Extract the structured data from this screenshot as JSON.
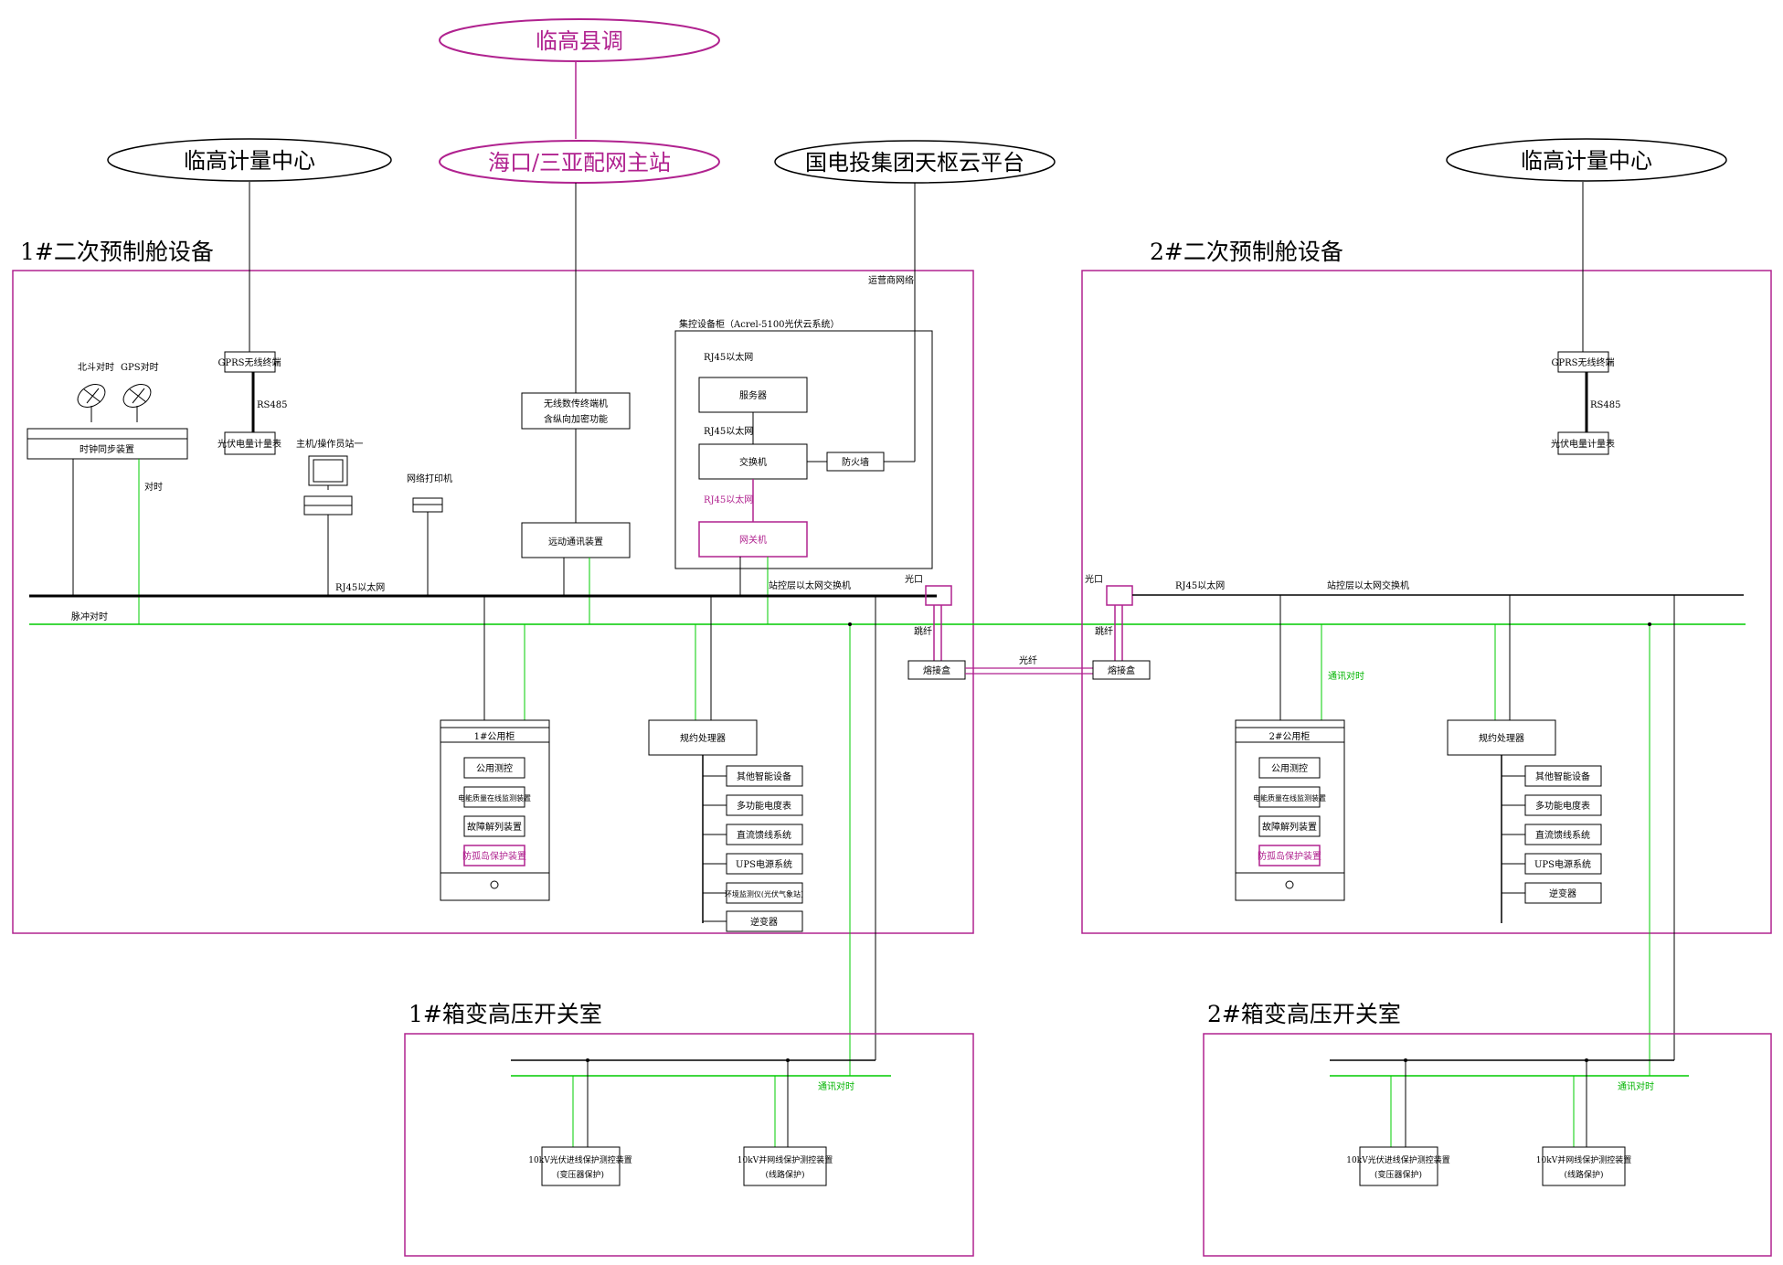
{
  "colors": {
    "magenta": "#b0228f",
    "green": "#00cc00",
    "black": "#000000"
  },
  "top": {
    "county_dispatch": "临高县调",
    "metering_left": "临高计量中心",
    "dist_master": "海口/三亚配网主站",
    "cloud_platform": "国电投集团天枢云平台",
    "metering_right": "临高计量中心"
  },
  "panel1": {
    "title": "1#二次预制舱设备",
    "operator_net": "运营商网络",
    "beidou": "北斗对时",
    "gps": "GPS对时",
    "clock_sync": "时钟同步装置",
    "sync_label": "对时",
    "pulse_sync": "脉冲对时",
    "gprs": "GPRS无线终端",
    "rs485": "RS485",
    "meter": "光伏电量计量表",
    "host": "主机/操作员站一",
    "printer": "网络打印机",
    "wireless": "无线数传终端机",
    "wireless2": "含纵向加密功能",
    "telecontrol": "远动通讯装置",
    "cabinet_title": "集控设备柜（Acrel-5100光伏云系统）",
    "rj45_a": "RJ45以太网",
    "server": "服务器",
    "rj45_b": "RJ45以太网",
    "switch": "交换机",
    "firewall": "防火墙",
    "rj45_c": "RJ45以太网",
    "gateway": "网关机",
    "rj45_bus": "RJ45以太网",
    "station_switch": "站控层以太网交换机",
    "fiber_port": "光口",
    "jumper": "跳纤",
    "splice": "熔接盒",
    "fiber": "光纤",
    "common_cab": "1#公用柜",
    "cab_items": [
      "公用测控",
      "电能质量在线监测装置",
      "故障解列装置",
      "防孤岛保护装置"
    ],
    "protocol": "规约处理器",
    "proto_items": [
      "其他智能设备",
      "多功能电度表",
      "直流馈线系统",
      "UPS电源系统",
      "环境监测仪(光伏气象站)",
      "逆变器"
    ]
  },
  "panel2": {
    "title": "2#二次预制舱设备",
    "gprs": "GPRS无线终端",
    "rs485": "RS485",
    "meter": "光伏电量计量表",
    "fiber_port": "光口",
    "rj45_bus": "RJ45以太网",
    "station_switch": "站控层以太网交换机",
    "jumper": "跳纤",
    "splice": "熔接盒",
    "comm_sync": "通讯对时",
    "common_cab": "2#公用柜",
    "cab_items": [
      "公用测控",
      "电能质量在线监测装置",
      "故障解列装置",
      "防孤岛保护装置"
    ],
    "protocol": "规约处理器",
    "proto_items": [
      "其他智能设备",
      "多功能电度表",
      "直流馈线系统",
      "UPS电源系统",
      "逆变器"
    ]
  },
  "box1": {
    "title": "1#箱变高压开关室",
    "comm_sync": "通讯对时",
    "dev1a": "10kV光伏进线保护测控装置",
    "dev1b": "(变压器保护)",
    "dev2a": "10kV并网线保护测控装置",
    "dev2b": "(线路保护)"
  },
  "box2": {
    "title": "2#箱变高压开关室",
    "comm_sync": "通讯对时",
    "dev1a": "10kV光伏进线保护测控装置",
    "dev1b": "(变压器保护)",
    "dev2a": "10kV并网线保护测控装置",
    "dev2b": "(线路保护)"
  }
}
